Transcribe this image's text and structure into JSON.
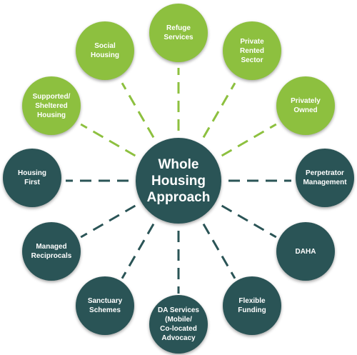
{
  "center": {
    "label": "Whole\nHousing\nApproach",
    "color": "#2a5456"
  },
  "nodes": [
    {
      "id": "refuge-services",
      "label": "Refuge\nServices",
      "color": "#8dc03f"
    },
    {
      "id": "private-rented-sector",
      "label": "Private\nRented\nSector",
      "color": "#8dc03f"
    },
    {
      "id": "privately-owned",
      "label": "Privately\nOwned",
      "color": "#8dc03f"
    },
    {
      "id": "perpetrator-management",
      "label": "Perpetrator\nManagement",
      "color": "#2a5456"
    },
    {
      "id": "daha",
      "label": "DAHA",
      "color": "#2a5456"
    },
    {
      "id": "flexible-funding",
      "label": "Flexible\nFunding",
      "color": "#2a5456"
    },
    {
      "id": "da-services",
      "label": "DA Services\n(Mobile/\nCo-located\nAdvocacy",
      "color": "#2a5456"
    },
    {
      "id": "sanctuary-schemes",
      "label": "Sanctuary\nSchemes",
      "color": "#2a5456"
    },
    {
      "id": "managed-reciprocals",
      "label": "Managed\nReciprocals",
      "color": "#2a5456"
    },
    {
      "id": "housing-first",
      "label": "Housing\nFirst",
      "color": "#2a5456"
    },
    {
      "id": "supported-sheltered-housing",
      "label": "Supported/\nSheltered\nHousing",
      "color": "#8dc03f"
    },
    {
      "id": "social-housing",
      "label": "Social\nHousing",
      "color": "#8dc03f"
    }
  ],
  "colors": {
    "green": "#8dc03f",
    "teal": "#2a5456"
  }
}
